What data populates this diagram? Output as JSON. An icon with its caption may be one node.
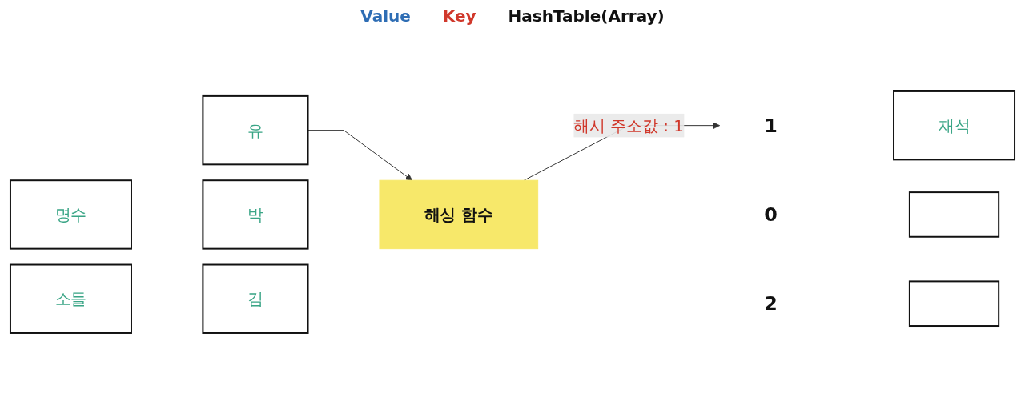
{
  "diagram": {
    "nodes": [
      {
        "text": [
          "유"
        ]
      },
      {
        "text": [
          "명수"
        ]
      },
      {
        "text": [
          "박"
        ]
      },
      {
        "text": [
          "소들"
        ]
      },
      {
        "text": [
          "김"
        ]
      },
      {
        "text": [
          "해싱 함수"
        ]
      },
      {
        "text": [
          "0"
        ]
      },
      {
        "text": [],
        "shape": "box"
      },
      {
        "text": [
          "1"
        ]
      },
      {
        "text": [
          "재석"
        ]
      },
      {
        "text": [
          "2"
        ]
      },
      {
        "text": [],
        "shape": "box"
      }
    ],
    "edges": [
      {
        "from": 0,
        "to": 5,
        "arrow": "to"
      },
      {
        "from": 5,
        "to": 8,
        "arrow": "to",
        "label": "해시 주소값 : 1"
      }
    ],
    "labels": [
      "Value",
      "Key",
      "HashTable(Array)"
    ]
  }
}
